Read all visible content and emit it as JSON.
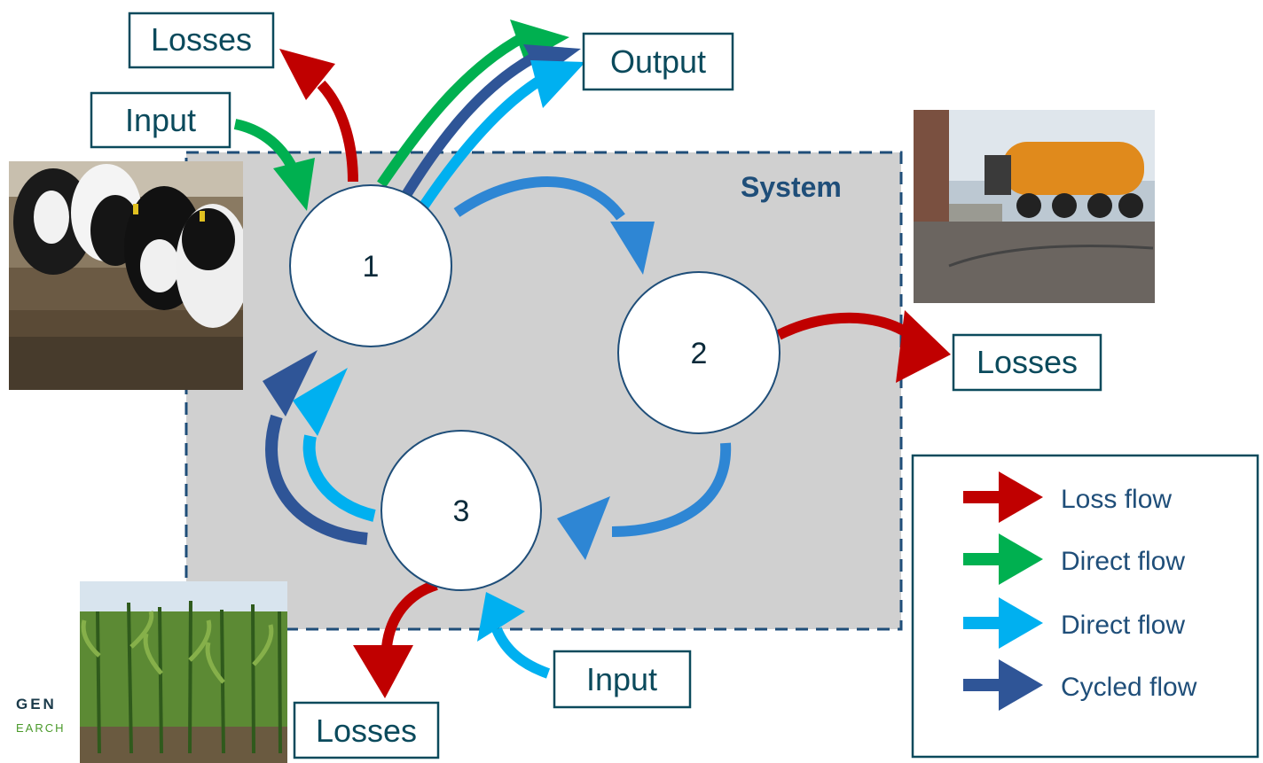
{
  "system_label": "System",
  "nodes": [
    {
      "id": "1",
      "label": "1"
    },
    {
      "id": "2",
      "label": "2"
    },
    {
      "id": "3",
      "label": "3"
    }
  ],
  "boxes": {
    "losses_top": "Losses",
    "output": "Output",
    "input_top": "Input",
    "losses_right": "Losses",
    "input_bottom": "Input",
    "losses_bottom": "Losses"
  },
  "legend": [
    {
      "label": "Loss flow",
      "color": "#c00000"
    },
    {
      "label": "Direct flow",
      "color": "#00b050"
    },
    {
      "label": "Direct flow",
      "color": "#00b0f0"
    },
    {
      "label": "Cycled flow",
      "color": "#2f5597"
    }
  ],
  "logo": {
    "line1": "GEN",
    "line2": "EARCH"
  },
  "photos": [
    "cows-photo",
    "manure-tanker-photo",
    "maize-field-photo"
  ],
  "colors": {
    "loss": "#c00000",
    "direct_green": "#00b050",
    "direct_lightblue": "#00b0f0",
    "cycled": "#2f5597",
    "internal": "#2e86d4",
    "box_border": "#0b4a5c",
    "system_fill": "#d0d0d0"
  }
}
